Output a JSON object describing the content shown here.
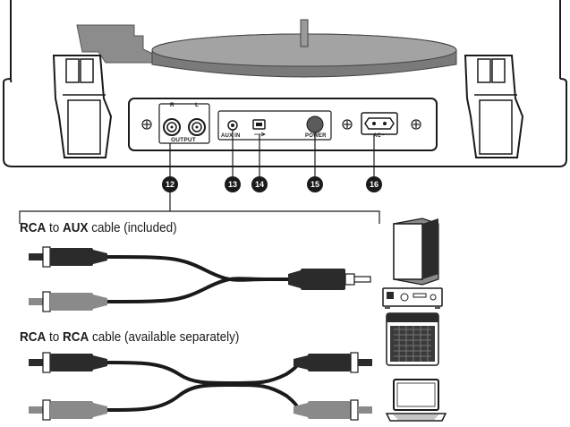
{
  "panel": {
    "r_label": "R",
    "l_label": "L",
    "output_label": "OUTPUT",
    "aux_in_label": "AUX IN",
    "power_label": "POWER",
    "ac_label": "AC~"
  },
  "callouts": [
    "12",
    "13",
    "14",
    "15",
    "16"
  ],
  "cable1": {
    "strong1": "RCA",
    "mid": " to ",
    "strong2": "AUX",
    "rest": " cable (included)"
  },
  "cable2": {
    "strong1": "RCA",
    "mid": " to ",
    "strong2": "RCA",
    "rest": " cable (available separately)"
  },
  "devices": [
    "speaker-icon",
    "stereo-receiver-icon",
    "guitar-amplifier-icon",
    "laptop-icon"
  ],
  "colors": {
    "line": "#1a1a1a",
    "plug_black": "#2b2b2b",
    "plug_gray": "#8a8a8a",
    "platter": "#9a9a9a",
    "arm": "#8c8c8c"
  }
}
